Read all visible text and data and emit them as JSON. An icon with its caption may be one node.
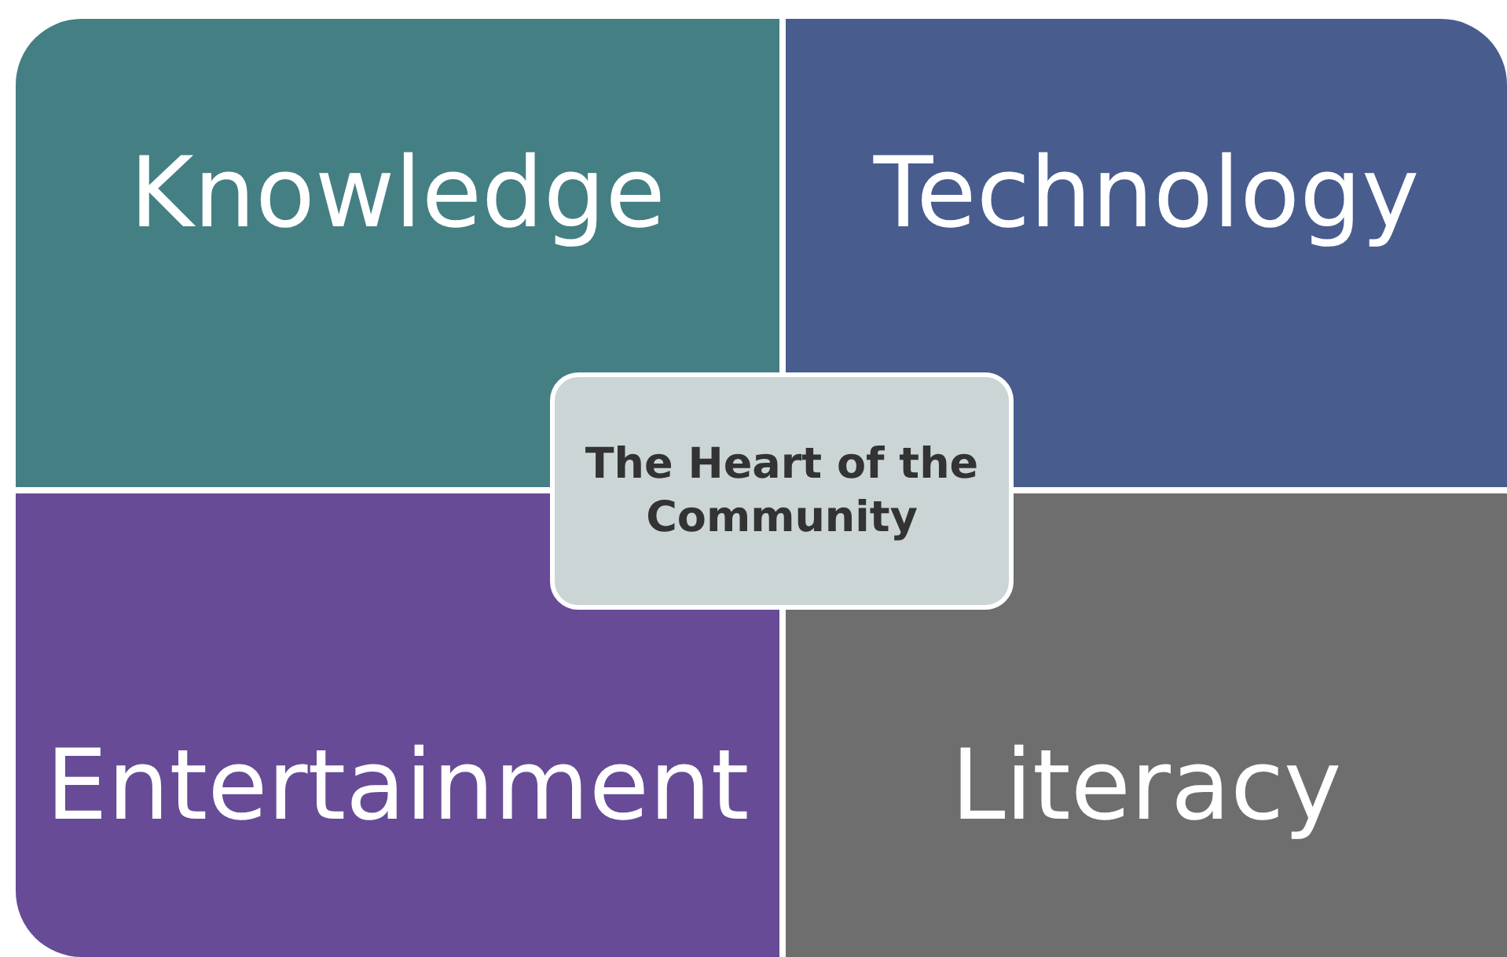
{
  "diagram": {
    "nodes": [
      {
        "text": [
          "Knowledge"
        ]
      },
      {
        "text": [
          "Technology"
        ]
      },
      {
        "text": [
          "Entertainment"
        ]
      },
      {
        "text": [
          "Literacy"
        ]
      },
      {
        "text": [
          "The Heart of the Community"
        ]
      }
    ],
    "edges": []
  }
}
